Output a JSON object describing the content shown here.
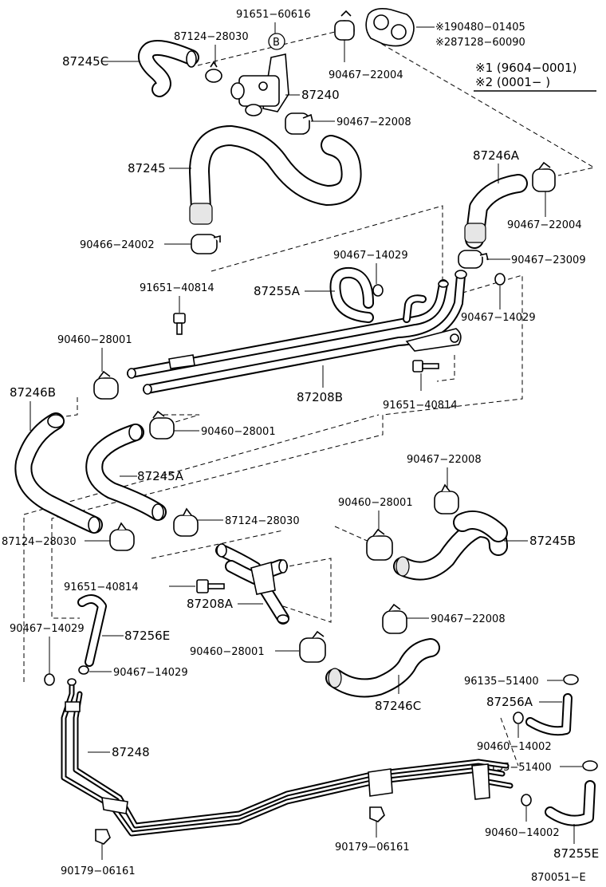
{
  "labels": {
    "p91651_60616": "91651−60616",
    "p87124_28030_top": "87124−28030",
    "p87245C": "87245C",
    "circle_b": "B",
    "p90467_22004_top": "90467−22004",
    "p87240": "87240",
    "p90467_22008_top": "90467−22008",
    "note_1": "※190480−01405",
    "note_2": "※287128−60090",
    "legend_1": "※1 (9604−0001)",
    "legend_2": "※2 (0001−      )",
    "p87245": "87245",
    "p87246A": "87246A",
    "p90467_22004_right": "90467−22004",
    "p90466_24002": "90466−24002",
    "p90467_14029_mid": "90467−14029",
    "p90467_23009": "90467−23009",
    "p91651_40814_left": "91651−40814",
    "p87255A": "87255A",
    "p90467_14029_right": "90467−14029",
    "p90460_28001_left": "90460−28001",
    "p87208B": "87208B",
    "p91651_40814_mid": "91651−40814",
    "p87246B": "87246B",
    "p90460_28001_mid": "90460−28001",
    "p87245A": "87245A",
    "p90467_22008_right": "90467−22008",
    "p90460_28001_right": "90460−28001",
    "p87124_28030_mid": "87124−28030",
    "p87245B": "87245B",
    "p87124_28030_left": "87124−28030",
    "p91651_40814_low": "91651−40814",
    "p87208A": "87208A",
    "p90467_14029_left": "90467−14029",
    "p87256E": "87256E",
    "p90467_22008_low": "90467−22008",
    "p90460_28001_low": "90460−28001",
    "p90467_14029_low": "90467−14029",
    "p87246C": "87246C",
    "p96135_51400_a": "96135−51400",
    "p87256A": "87256A",
    "p87248": "87248",
    "p90460_14002_a": "90460−14002",
    "p96135_51400_b": "96135−51400",
    "p90179_06161_mid": "90179−06161",
    "p90460_14002_b": "90460−14002",
    "p87255E": "87255E",
    "p90179_06161_left": "90179−06161",
    "diagram_id": "870051−E"
  }
}
